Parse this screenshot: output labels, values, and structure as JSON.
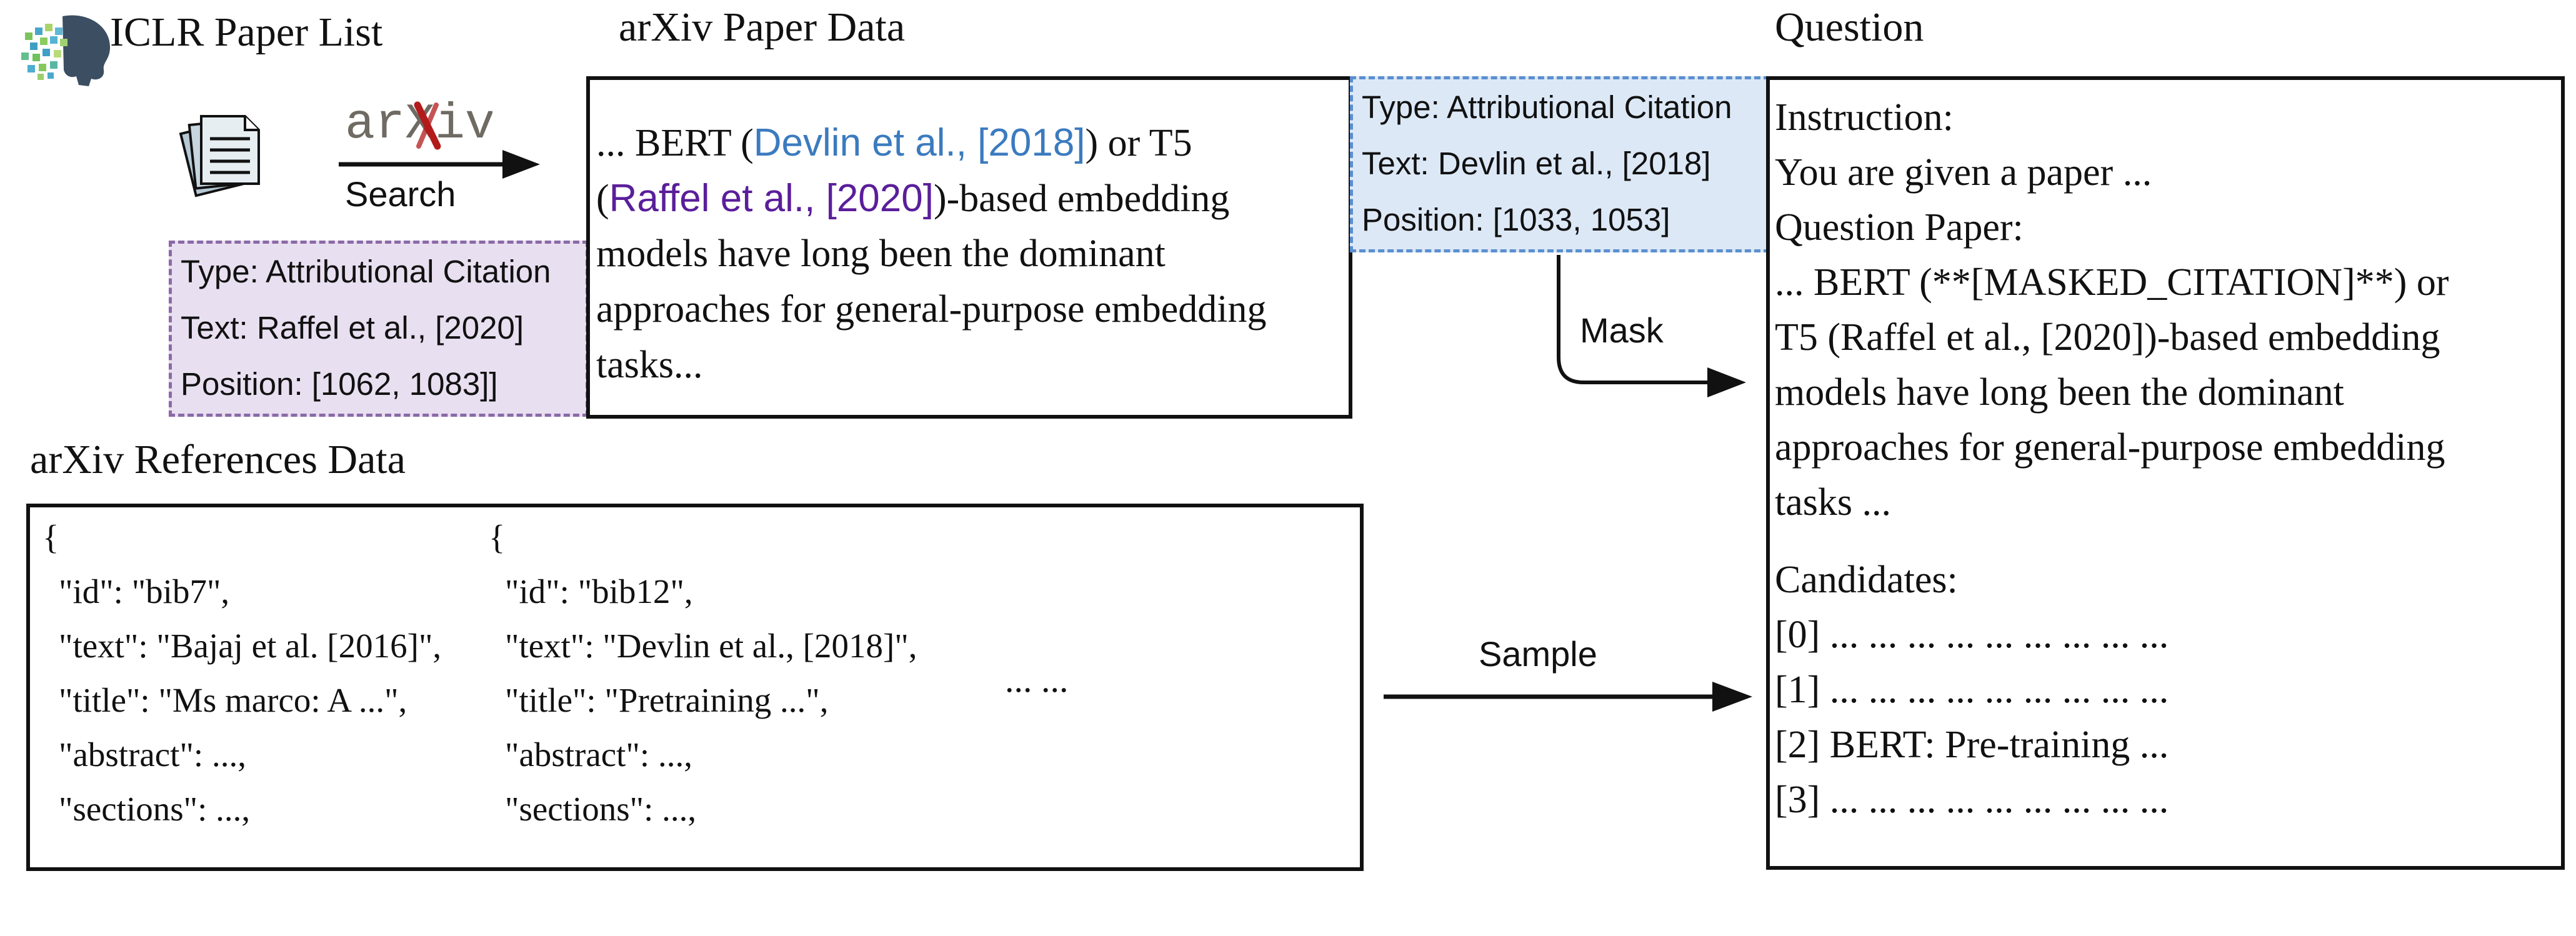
{
  "headings": {
    "iclr": "ICLR Paper List",
    "arxiv_paper": "arXiv Paper Data",
    "question": "Question",
    "arxiv_refs": "arXiv References Data"
  },
  "arxiv_logo": "arXiv",
  "search_label": "Search",
  "mask_label": "Mask",
  "sample_label": "Sample",
  "citation_left": {
    "type": "Type: Attributional Citation",
    "text": "Text: Raffel et al., [2020]",
    "position": "Position: [1062, 1083]]"
  },
  "citation_right": {
    "type": "Type: Attributional Citation",
    "text": "Text: Devlin et al., [2018]",
    "position": "Position: [1033, 1053]"
  },
  "paper_text": {
    "l1_pre": "... BERT (",
    "l1_cite": "Devlin et al., [2018]",
    "l1_post": ") or T5",
    "l2_pre": "(",
    "l2_cite": "Raffel et al., [2020]",
    "l2_post": ")-based embedding",
    "l3": "models have long been the dominant",
    "l4": "approaches for general-purpose embedding",
    "l5": "tasks..."
  },
  "refs": {
    "col1": [
      "{",
      "\"id\": \"bib7\",",
      "\"text\": \"Bajaj et al. [2016]\",",
      "\"title\": \"Ms marco: A ...\",",
      "\"abstract\": ...,",
      "\"sections\": ...,"
    ],
    "col2": [
      "{",
      "\"id\": \"bib12\",",
      "\"text\": \"Devlin et al., [2018]\",",
      "\"title\": \"Pretraining ...\",",
      "\"abstract\": ...,",
      "\"sections\": ...,"
    ],
    "ellipsis": "... ..."
  },
  "question": {
    "lines": [
      "Instruction:",
      "You are given a paper ...",
      "Question Paper:",
      "... BERT (**[MASKED_CITATION]**) or",
      "T5 (Raffel et al., [2020])-based embedding",
      "models have long been the dominant",
      "approaches for general-purpose embedding",
      "tasks ..."
    ],
    "candidates_label": "Candidates:",
    "candidates": [
      "[0] ... ... ... ... ... ... ... ... ...",
      "[1] ... ... ... ... ... ... ... ... ...",
      "[2] BERT: Pre-training ...",
      "[3] ... ... ... ... ... ... ... ... ..."
    ]
  },
  "colors": {
    "devlin_cite": "#3b7bbf",
    "raffel_cite": "#5a1e9a",
    "citation_left_fill": "#e8dff0",
    "citation_left_border": "#8a6aa8",
    "citation_right_fill": "#dce8f6",
    "citation_right_border": "#5b8fcf",
    "logo_red": "#b31b1b",
    "logo_gray": "#6f6a62"
  }
}
